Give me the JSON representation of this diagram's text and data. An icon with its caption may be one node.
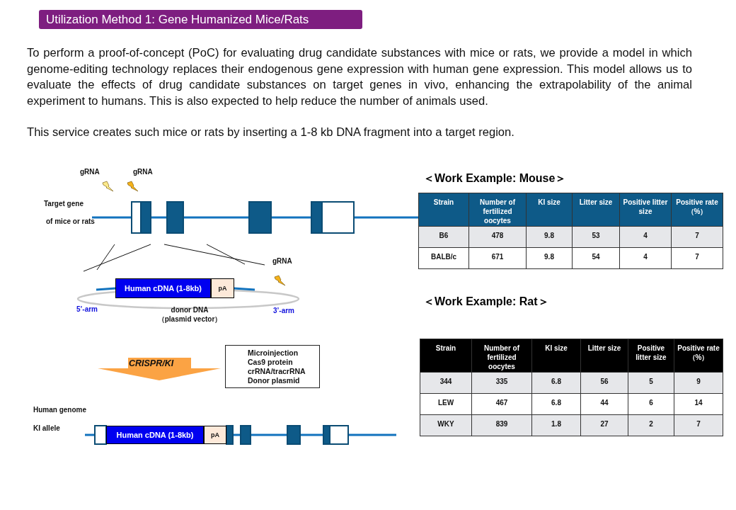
{
  "diagram": {
    "title": "Utilization Method 1: Gene Humanized Mice/Rats",
    "nodes": [
      {
        "text": [
          "Human cDNA (1-8kb)"
        ]
      },
      {
        "text": [
          "pA"
        ]
      },
      {
        "text": [
          "CRISPR/KI"
        ]
      },
      {
        "text": [
          "Microinjection",
          "Cas9 protein",
          "crRNA/tracrRNA",
          "Donor plasmid"
        ]
      },
      {
        "text": [
          "Human cDNA (1-8kb)"
        ]
      },
      {
        "text": [
          "pA"
        ]
      }
    ],
    "labels": [
      "To perform a proof-of-concept (PoC) for evaluating drug candidate substances with mice or rats, we provide a model in which genome-editing technology replaces their endogenous gene expression with human gene expression. This model allows us to evaluate the effects of drug candidate substances on target genes in vivo, enhancing the extrapolability of the animal experiment to humans. This is also expected to help reduce the number of animals used.",
      "This service creates such mice or rats by inserting a 1-8 kb DNA fragment into a target region.",
      "gRNA",
      "gRNA",
      "Target gene",
      "of mice or rats",
      "gRNA",
      "5’-arm",
      "donor DNA （plasmid vector）",
      "3’-arm",
      "Human genome",
      "KI allele",
      "＜Work Example: Mouse＞",
      "Strain",
      "Number of fertilized oocytes",
      "KI size",
      "Litter size",
      "Positive litter size",
      "Positive rate（%）",
      "B6",
      "478",
      "9.8",
      "53",
      "4",
      "7",
      "BALB/c",
      "671",
      "9.8",
      "54",
      "4",
      "7",
      "＜Work Example: Rat＞",
      "Strain",
      "Number of fertilized oocytes",
      "KI size",
      "Litter size",
      "Positive litter size",
      "Positive rate（%）",
      "344",
      "335",
      "6.8",
      "56",
      "5",
      "9",
      "LEW",
      "467",
      "6.8",
      "44",
      "6",
      "14",
      "WKY",
      "839",
      "1.8",
      "27",
      "2",
      "7"
    ]
  }
}
